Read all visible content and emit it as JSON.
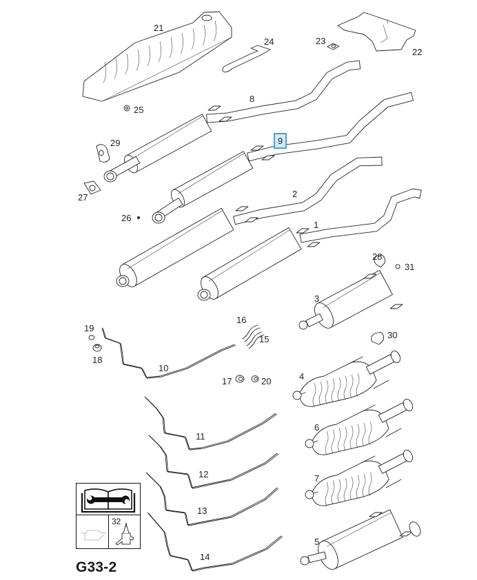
{
  "diagram": {
    "page_code": "G33-2",
    "selected_part": "9",
    "parts": [
      {
        "id": "1",
        "name": "front-pipe-with-center-muffler-1"
      },
      {
        "id": "2",
        "name": "front-pipe-with-center-muffler-2"
      },
      {
        "id": "3",
        "name": "rear-muffler-3"
      },
      {
        "id": "4",
        "name": "rear-muffler-4"
      },
      {
        "id": "5",
        "name": "rear-muffler-5"
      },
      {
        "id": "6",
        "name": "rear-muffler-6"
      },
      {
        "id": "7",
        "name": "rear-muffler-7"
      },
      {
        "id": "8",
        "name": "pipe-with-particulate-filter-8"
      },
      {
        "id": "9",
        "name": "pipe-with-particulate-filter-9"
      },
      {
        "id": "10",
        "name": "pressure-line-10"
      },
      {
        "id": "11",
        "name": "pressure-line-11"
      },
      {
        "id": "12",
        "name": "pressure-line-12"
      },
      {
        "id": "13",
        "name": "pressure-line-13"
      },
      {
        "id": "14",
        "name": "pressure-line-14"
      },
      {
        "id": "15",
        "name": "hose-15"
      },
      {
        "id": "16",
        "name": "hose-16"
      },
      {
        "id": "17",
        "name": "clamp-17"
      },
      {
        "id": "18",
        "name": "nut-18"
      },
      {
        "id": "19",
        "name": "nut-19"
      },
      {
        "id": "20",
        "name": "clamp-20"
      },
      {
        "id": "21",
        "name": "heat-shield-21"
      },
      {
        "id": "22",
        "name": "heat-shield-22"
      },
      {
        "id": "23",
        "name": "washer-23"
      },
      {
        "id": "24",
        "name": "bracket-24"
      },
      {
        "id": "25",
        "name": "nut-25"
      },
      {
        "id": "26",
        "name": "bolt-26"
      },
      {
        "id": "27",
        "name": "gasket-27"
      },
      {
        "id": "28",
        "name": "rubber-mount-28"
      },
      {
        "id": "29",
        "name": "rubber-mount-29"
      },
      {
        "id": "30",
        "name": "rubber-mount-30"
      },
      {
        "id": "31",
        "name": "nut-31"
      },
      {
        "id": "32",
        "name": "sealant-32"
      }
    ],
    "legend": {
      "manual_icon": "repair-manual-icon",
      "oil_icon": "oil-can-icon",
      "sealant_icon": "sealant-tube-icon",
      "sealant_part": "32"
    }
  }
}
